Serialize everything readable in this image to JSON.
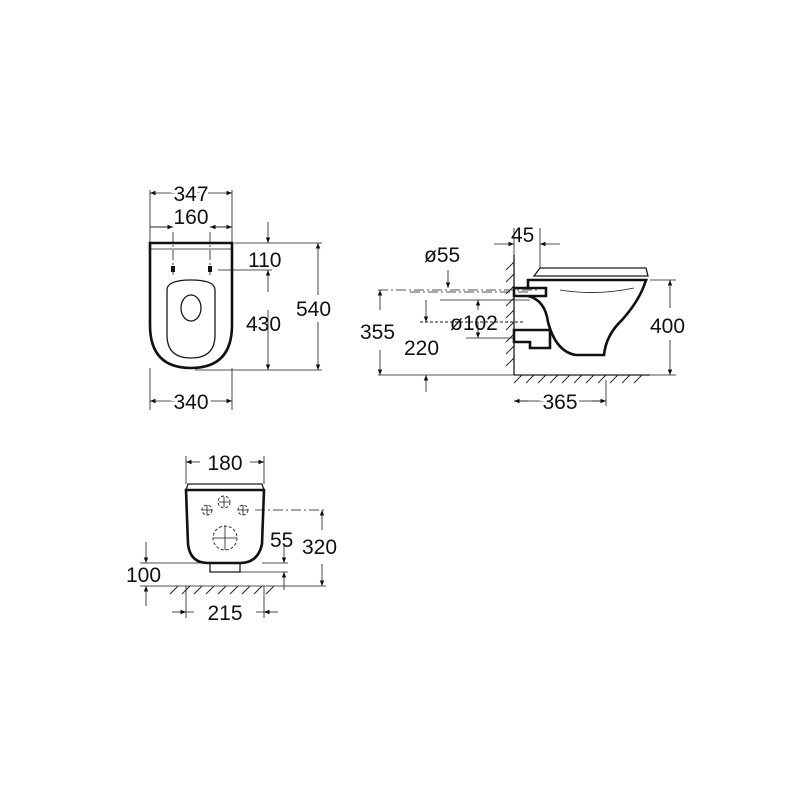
{
  "front_view": {
    "dim_total_width": "347",
    "dim_fixing_spacing": "160",
    "dim_fixing_from_top": "110",
    "dim_fixing_to_bottom": "430",
    "dim_total_length": "540",
    "dim_base_width": "340"
  },
  "side_view": {
    "dim_pipe_diameter_small": "ø55",
    "dim_wall_gap": "45",
    "dim_outlet_diameter": "ø102",
    "dim_outlet_height": "355",
    "dim_inlet_height": "220",
    "dim_rim_height": "400",
    "dim_projection": "365"
  },
  "rear_view": {
    "dim_top_width": "180",
    "dim_outlet_offset": "55",
    "dim_fixing_height": "320",
    "dim_floor_clearance": "100",
    "dim_bottom_width": "215"
  }
}
